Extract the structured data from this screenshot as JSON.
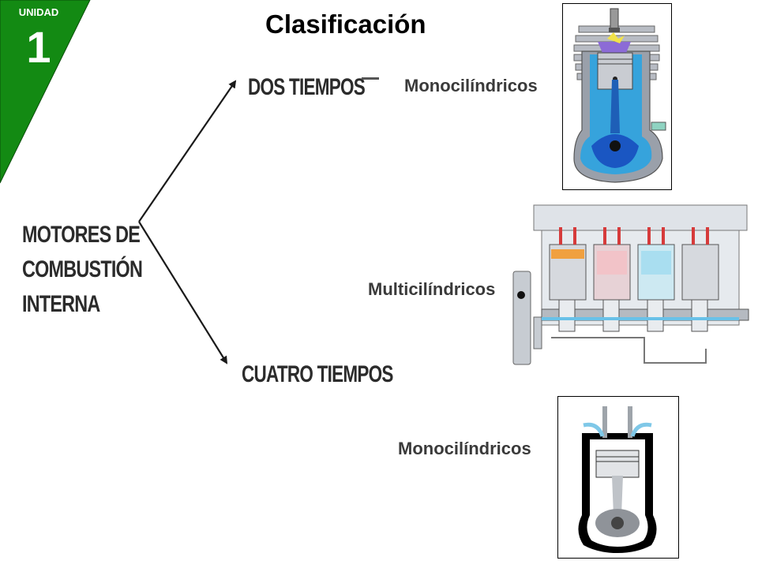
{
  "badge": {
    "label": "UNIDAD",
    "number": "1",
    "color": "#138a13"
  },
  "title": "Clasificación",
  "diagram": {
    "root_lines": [
      "MOTORES DE",
      "COMBUSTIÓN",
      "INTERNA"
    ],
    "branch_two_stroke": "DOS TIEMPOS",
    "branch_four_stroke": "CUATRO TIEMPOS",
    "two_stroke_type": "Monocilíndricos",
    "four_stroke_multi": "Multicilíndricos",
    "four_stroke_mono": "Monocilíndricos"
  },
  "images": {
    "two_stroke": "two-stroke-engine-cutaway",
    "multi": "four-cylinder-engine-cutaway",
    "four_stroke": "single-cylinder-piston-illustration"
  }
}
